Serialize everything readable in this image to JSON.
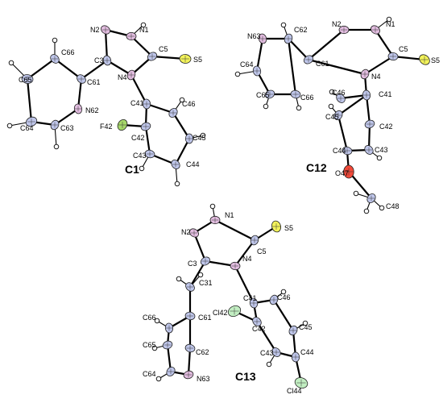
{
  "colors": {
    "C": "#bfc6ea",
    "N": "#e2bde0",
    "S": "#f2f25a",
    "F": "#a6d86a",
    "O": "#f24a3a",
    "Cl": "#c2eec2",
    "H": "#ffffff"
  },
  "molecules": [
    {
      "id": "c1",
      "title": "C1",
      "atoms": [
        {
          "label": "N1"
        },
        {
          "label": "N2"
        },
        {
          "label": "C3"
        },
        {
          "label": "N4"
        },
        {
          "label": "C5"
        },
        {
          "label": "S5"
        },
        {
          "label": "C61"
        },
        {
          "label": "N62"
        },
        {
          "label": "C63"
        },
        {
          "label": "C64"
        },
        {
          "label": "C65"
        },
        {
          "label": "C66"
        },
        {
          "label": "C41"
        },
        {
          "label": "F42"
        },
        {
          "label": "C42"
        },
        {
          "label": "C43"
        },
        {
          "label": "C44"
        },
        {
          "label": "C45"
        },
        {
          "label": "C46"
        }
      ]
    },
    {
      "id": "c12",
      "title": "C12",
      "atoms": [
        {
          "label": "N2"
        },
        {
          "label": "N1"
        },
        {
          "label": "N63"
        },
        {
          "label": "C62"
        },
        {
          "label": "C61"
        },
        {
          "label": "C5"
        },
        {
          "label": "S5"
        },
        {
          "label": "C64"
        },
        {
          "label": "N4"
        },
        {
          "label": "C65"
        },
        {
          "label": "C66"
        },
        {
          "label": "C46"
        },
        {
          "label": "C41"
        },
        {
          "label": "C45"
        },
        {
          "label": "C42"
        },
        {
          "label": "C44"
        },
        {
          "label": "C43"
        },
        {
          "label": "O47"
        },
        {
          "label": "C48"
        }
      ]
    },
    {
      "id": "c13",
      "title": "C13",
      "atoms": [
        {
          "label": "N1"
        },
        {
          "label": "N2"
        },
        {
          "label": "S5"
        },
        {
          "label": "C5"
        },
        {
          "label": "C3"
        },
        {
          "label": "N4"
        },
        {
          "label": "C31"
        },
        {
          "label": "C41"
        },
        {
          "label": "C46"
        },
        {
          "label": "Cl42"
        },
        {
          "label": "C61"
        },
        {
          "label": "C42"
        },
        {
          "label": "C66"
        },
        {
          "label": "C45"
        },
        {
          "label": "C65"
        },
        {
          "label": "C62"
        },
        {
          "label": "C43"
        },
        {
          "label": "C44"
        },
        {
          "label": "C64"
        },
        {
          "label": "N63"
        },
        {
          "label": "Cl44"
        }
      ]
    }
  ]
}
